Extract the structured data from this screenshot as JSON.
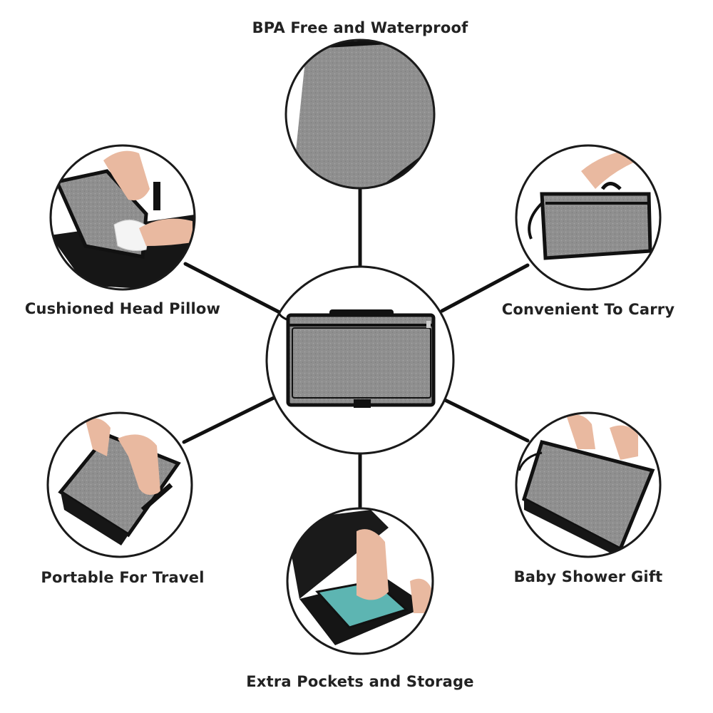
{
  "colors": {
    "fabric": "#8c8c8c",
    "fabric_light": "#a3a3a3",
    "trim": "#111111",
    "skin": "#e9b9a0",
    "ring": "#1a1a1a",
    "spoke": "#111111",
    "text": "#222222"
  },
  "features": [
    {
      "id": "top",
      "label": "BPA Free and Waterproof"
    },
    {
      "id": "upper-left",
      "label": "Cushioned Head Pillow"
    },
    {
      "id": "upper-right",
      "label": "Convenient To Carry"
    },
    {
      "id": "lower-left",
      "label": "Portable For Travel"
    },
    {
      "id": "lower-right",
      "label": "Baby Shower Gift"
    },
    {
      "id": "bottom",
      "label": "Extra Pockets and Storage"
    }
  ],
  "center": {
    "product": "changing-pad-clutch"
  }
}
